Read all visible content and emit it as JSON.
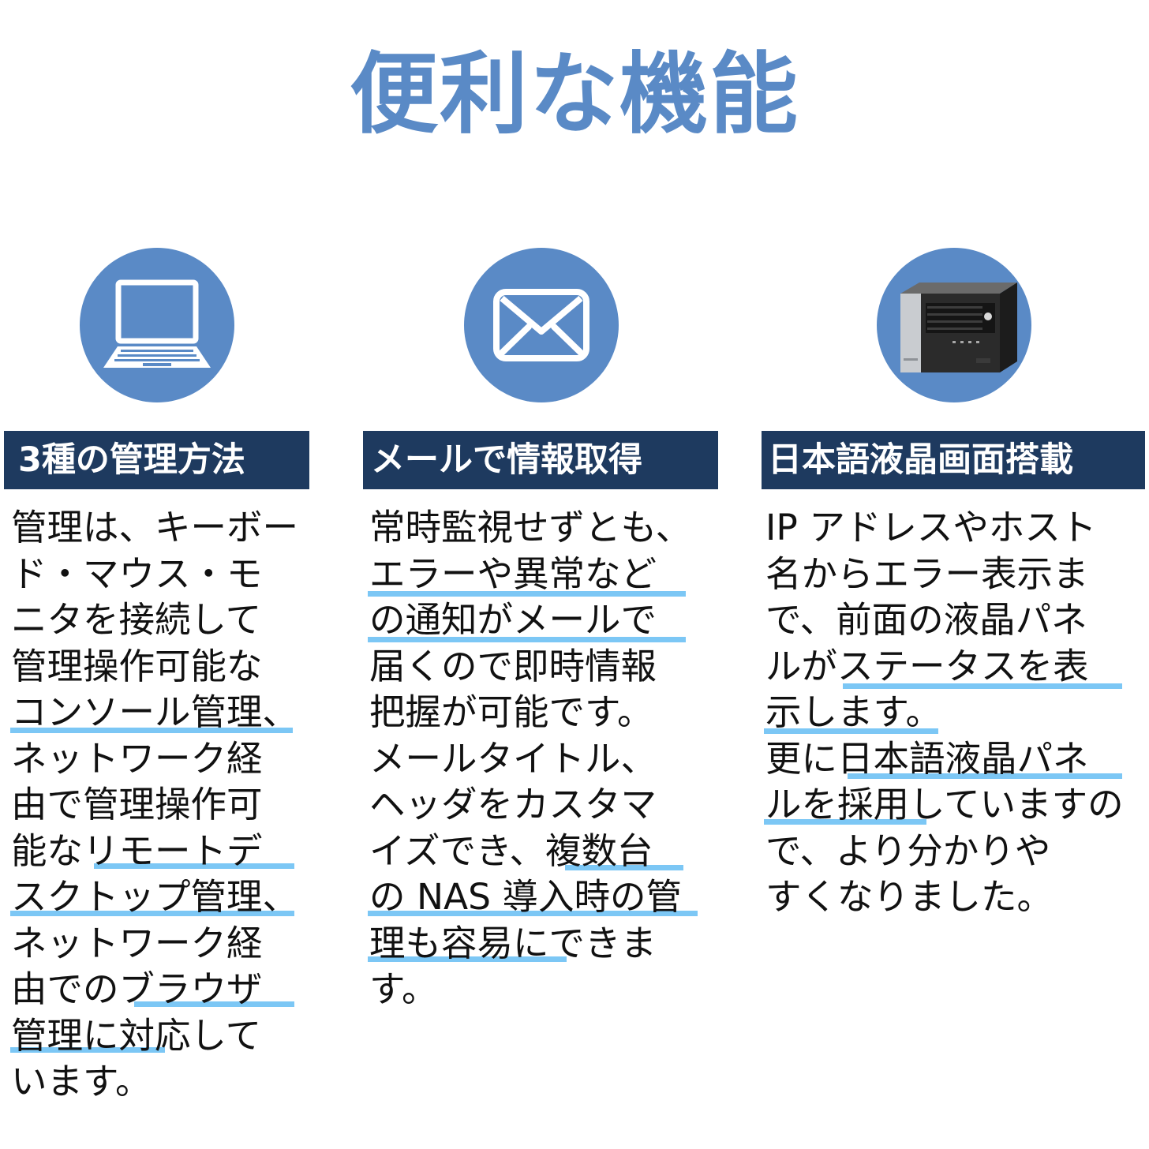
{
  "page": {
    "title": "便利な機能",
    "accent_color": "#5a8ac6",
    "heading_bg_color": "#1e3a5f",
    "highlight_color": "#7cc7f5"
  },
  "features": [
    {
      "icon": "laptop-icon",
      "heading": "3種の管理方法",
      "body_lines": [
        "管理は、キーボー",
        "ド・マウス・モ",
        "ニタを接続して",
        "管理操作可能な",
        "コンソール管理、",
        "ネットワーク経",
        "由で管理操作可",
        "能なリモートデ",
        "スクトップ管理、",
        "ネットワーク経",
        "由でのブラウザ",
        "管理に対応して",
        "います。"
      ]
    },
    {
      "icon": "envelope-icon",
      "heading": "メールで情報取得",
      "body_lines": [
        "常時監視せずとも、",
        "エラーや異常など",
        "の通知がメールで",
        "届くので即時情報",
        "把握が可能です。",
        "メールタイトル、",
        "ヘッダをカスタマ",
        "イズでき、複数台",
        "の NAS 導入時の管",
        "理も容易にできま",
        "す。"
      ]
    },
    {
      "icon": "nas-device-icon",
      "heading": "日本語液晶画面搭載",
      "body_lines": [
        "IP アドレスやホスト",
        "名からエラー表示ま",
        "で、前面の液晶パネ",
        "ルがステータスを表",
        "示します。",
        "更に日本語液晶パネ",
        "ルを採用していますの",
        "で、より分かりや",
        "すくなりました。"
      ]
    }
  ]
}
